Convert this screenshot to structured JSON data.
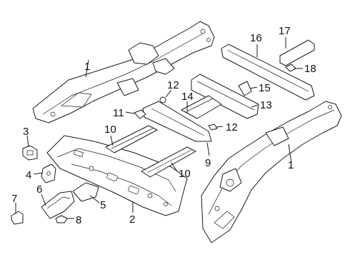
{
  "callouts": [
    {
      "id": "1a",
      "label": "1"
    },
    {
      "id": "1b",
      "label": "1"
    },
    {
      "id": "2",
      "label": "2"
    },
    {
      "id": "3",
      "label": "3"
    },
    {
      "id": "4",
      "label": "4"
    },
    {
      "id": "5",
      "label": "5"
    },
    {
      "id": "6",
      "label": "6"
    },
    {
      "id": "7",
      "label": "7"
    },
    {
      "id": "8",
      "label": "8"
    },
    {
      "id": "9",
      "label": "9"
    },
    {
      "id": "10a",
      "label": "10"
    },
    {
      "id": "10b",
      "label": "10"
    },
    {
      "id": "11",
      "label": "11"
    },
    {
      "id": "12a",
      "label": "12"
    },
    {
      "id": "12b",
      "label": "12"
    },
    {
      "id": "13",
      "label": "13"
    },
    {
      "id": "14",
      "label": "14"
    },
    {
      "id": "15",
      "label": "15"
    },
    {
      "id": "16",
      "label": "16"
    },
    {
      "id": "17",
      "label": "17"
    },
    {
      "id": "18",
      "label": "18"
    }
  ]
}
